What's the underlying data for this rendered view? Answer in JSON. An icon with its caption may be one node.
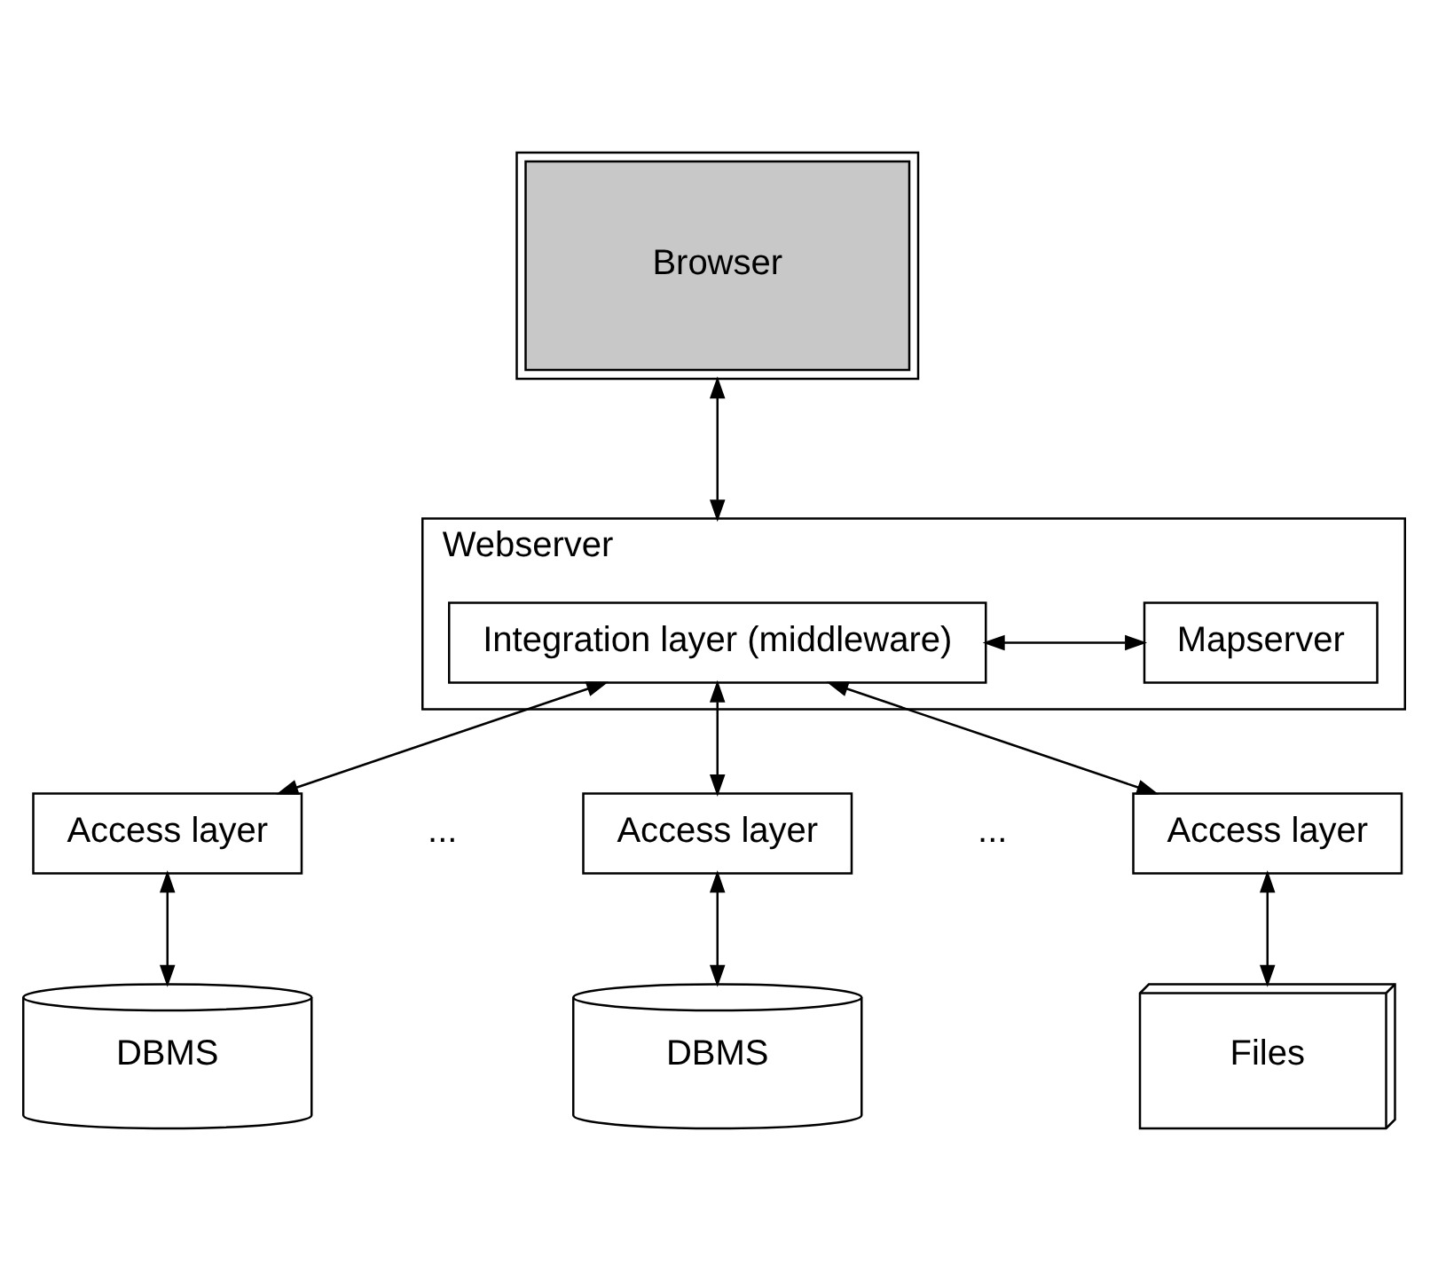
{
  "diagram": {
    "nodes": [
      {
        "text": [
          "Browser"
        ]
      },
      {
        "text": [
          "Webserver"
        ]
      },
      {
        "text": [
          "Integration layer (middleware)"
        ],
        "in": 1
      },
      {
        "text": [
          "Mapserver"
        ],
        "in": 1
      },
      {
        "text": [
          "Access layer"
        ]
      },
      {
        "text": [
          "Access layer"
        ]
      },
      {
        "text": [
          "Access layer"
        ]
      },
      {
        "text": [
          "DBMS"
        ]
      },
      {
        "text": [
          "DBMS"
        ]
      },
      {
        "text": [
          "Files"
        ]
      }
    ],
    "edges": [
      {
        "from": 0,
        "to": 1,
        "arrow": "both"
      },
      {
        "from": 2,
        "to": 3,
        "arrow": "both"
      },
      {
        "from": 2,
        "to": 4,
        "arrow": "both"
      },
      {
        "from": 2,
        "to": 5,
        "arrow": "both"
      },
      {
        "from": 2,
        "to": 6,
        "arrow": "both"
      },
      {
        "from": 4,
        "to": 7,
        "arrow": "both"
      },
      {
        "from": 5,
        "to": 8,
        "arrow": "both"
      },
      {
        "from": 6,
        "to": 9,
        "arrow": "both"
      }
    ],
    "labels": [
      "...",
      "..."
    ]
  }
}
